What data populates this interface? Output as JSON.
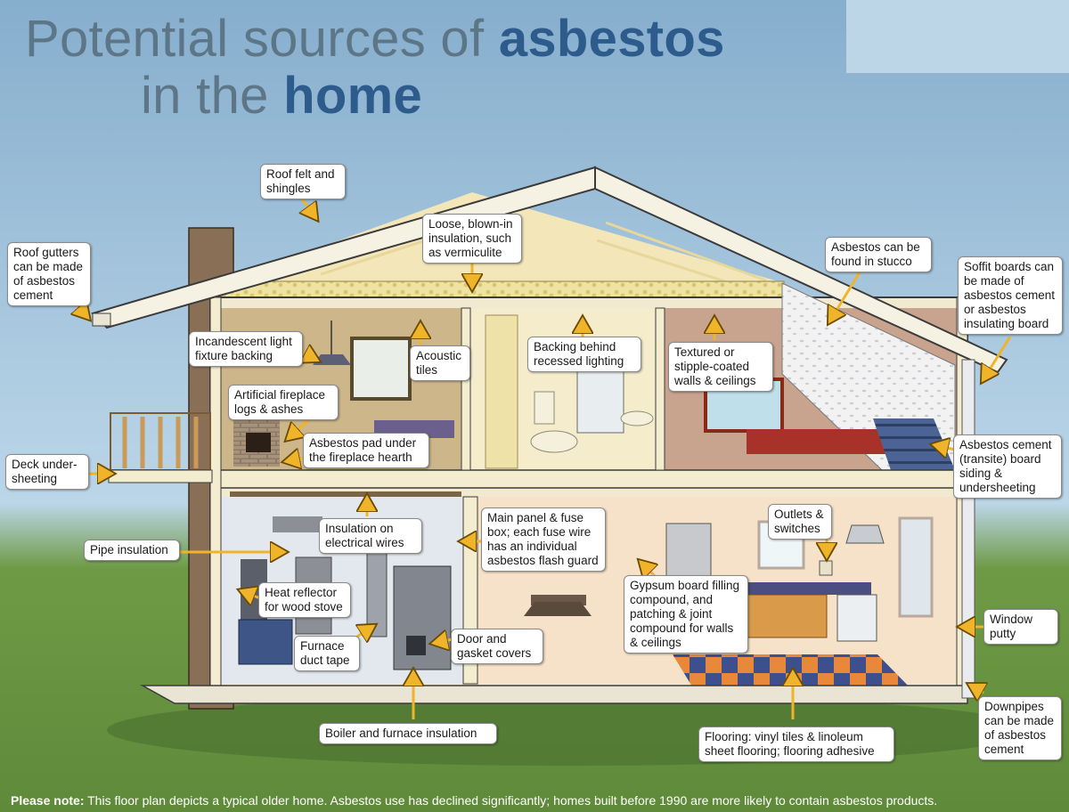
{
  "title": {
    "line1_plain": "Potential sources of ",
    "line1_bold": "asbestos",
    "line2_plain": "in the ",
    "line2_bold": "home"
  },
  "colors": {
    "title_plain": "#5d7687",
    "title_bold": "#2d5c8c",
    "callout_arrow": "#f0b42a",
    "sky": "#a9c8df",
    "grass": "#6f9a45"
  },
  "labels": {
    "roof_felt": "Roof felt and shingles",
    "loose_insulation": "Loose, blown-in insulation, such as vermiculite",
    "stucco": "Asbestos can be found in stucco",
    "roof_gutters": "Roof gutters can be made of asbestos cement",
    "soffit_boards": "Soffit boards can be made of asbestos cement or asbestos insulating board",
    "incandescent_light": "Incandescent light fixture backing",
    "acoustic_tiles": "Acoustic tiles",
    "recessed_lighting": "Backing behind recessed lighting",
    "textured_walls": "Textured or stipple-coated walls & ceilings",
    "fireplace_logs": "Artificial fireplace logs & ashes",
    "fireplace_pad": "Asbestos pad under the fireplace hearth",
    "transite_siding": "Asbestos cement (transite) board siding & undersheeting",
    "deck_undersheeting": "Deck under-sheeting",
    "electrical_wires": "Insulation on electrical wires",
    "main_panel": "Main panel & fuse box; each fuse wire has an individual asbestos flash guard",
    "outlets": "Outlets & switches",
    "pipe_insulation": "Pipe insulation",
    "heat_reflector": "Heat reflector for wood stove",
    "gypsum_board": "Gypsum board filling compound, and patching & joint compound for walls & ceilings",
    "window_putty": "Window putty",
    "duct_tape": "Furnace duct tape",
    "door_gasket": "Door and gasket covers",
    "boiler_insulation": "Boiler and furnace insulation",
    "flooring": "Flooring: vinyl tiles & linoleum sheet flooring; flooring adhesive",
    "downpipes": "Downpipes can be made of asbestos cement"
  },
  "footer": {
    "note_label": "Please note:",
    "note_text": " This floor plan depicts a typical older home. Asbestos use has declined significantly; homes built before 1990 are more likely to contain asbestos products."
  }
}
